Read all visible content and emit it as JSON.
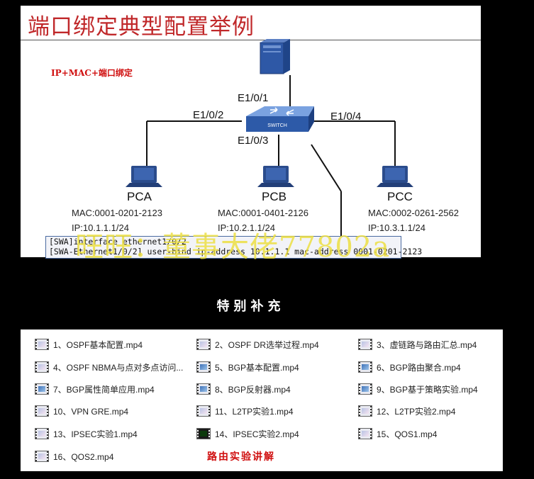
{
  "slide": {
    "title": "端口绑定典型配置举例",
    "subtitle": "IP+MAC+端口绑定",
    "switch_label": "SWITCH",
    "ports": {
      "top": "E1/0/1",
      "left": "E1/0/2",
      "right": "E1/0/4",
      "bottom": "E1/0/3"
    },
    "pcs": [
      {
        "name": "PCA",
        "mac": "MAC:0001-0201-2123",
        "ip": "IP:10.1.1.1/24"
      },
      {
        "name": "PCB",
        "mac": "MAC:0001-0401-2126",
        "ip": "IP:10.2.1.1/24"
      },
      {
        "name": "PCC",
        "mac": "MAC:0002-0261-2562",
        "ip": "IP:10.3.1.1/24"
      }
    ],
    "commands": [
      "[SWA]interface ethernet1/0/2",
      "[SWA-Ethernet1/0/2] user-bind ip-address 10.1.1.1 mac-address 0001-0201-2123"
    ],
    "watermark": "旺旺：董事大佬77802a",
    "colors": {
      "title": "#c0282a",
      "subtitle": "#d01010",
      "switch": "#2d5aa8",
      "pc": "#2b4c8c"
    }
  },
  "section_heading": "特别补充",
  "files": [
    {
      "label": "1、OSPF基本配置.mp4",
      "icon": "video-file-icon"
    },
    {
      "label": "2、OSPF DR选举过程.mp4",
      "icon": "video-file-icon"
    },
    {
      "label": "3、虚链路与路由汇总.mp4",
      "icon": "video-file-icon"
    },
    {
      "label": "4、OSPF NBMA与点对多点访问...",
      "icon": "video-file-icon"
    },
    {
      "label": "5、BGP基本配置.mp4",
      "icon": "video-file-icon"
    },
    {
      "label": "6、BGP路由聚合.mp4",
      "icon": "video-file-icon"
    },
    {
      "label": "7、BGP属性简单应用.mp4",
      "icon": "video-file-icon"
    },
    {
      "label": "8、BGP反射器.mp4",
      "icon": "video-file-icon"
    },
    {
      "label": "9、BGP基于策略实验.mp4",
      "icon": "video-file-icon"
    },
    {
      "label": "10、VPN GRE.mp4",
      "icon": "video-file-icon"
    },
    {
      "label": "11、L2TP实验1.mp4",
      "icon": "video-file-icon"
    },
    {
      "label": "12、L2TP实验2.mp4",
      "icon": "video-file-icon"
    },
    {
      "label": "13、IPSEC实验1.mp4",
      "icon": "video-file-icon"
    },
    {
      "label": "14、IPSEC实验2.mp4",
      "icon": "video-file-icon"
    },
    {
      "label": "15、QOS1.mp4",
      "icon": "video-file-icon"
    },
    {
      "label": "16、QOS2.mp4",
      "icon": "video-file-icon"
    }
  ],
  "files_caption": "路由实验讲解"
}
